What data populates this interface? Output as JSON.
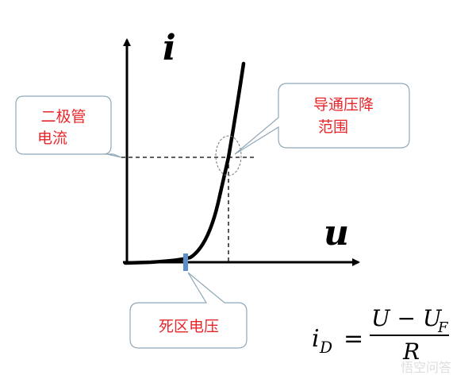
{
  "axes": {
    "y_label": "i",
    "x_label": "u"
  },
  "callouts": {
    "diode_current": [
      "二极管",
      "电流"
    ],
    "forward_drop_range": [
      "导通压降",
      "范围"
    ],
    "dead_zone_voltage": "死区电压"
  },
  "formula": {
    "lhs": "i",
    "lhs_sub": "D",
    "equals": "=",
    "numerator": "U − U",
    "numerator_sub": "F",
    "denominator": "R"
  },
  "colors": {
    "callout_text": "#e8262a",
    "callout_border": "#8fa8b8",
    "marker": "#5b8fc9"
  },
  "watermark": "悟空问答"
}
